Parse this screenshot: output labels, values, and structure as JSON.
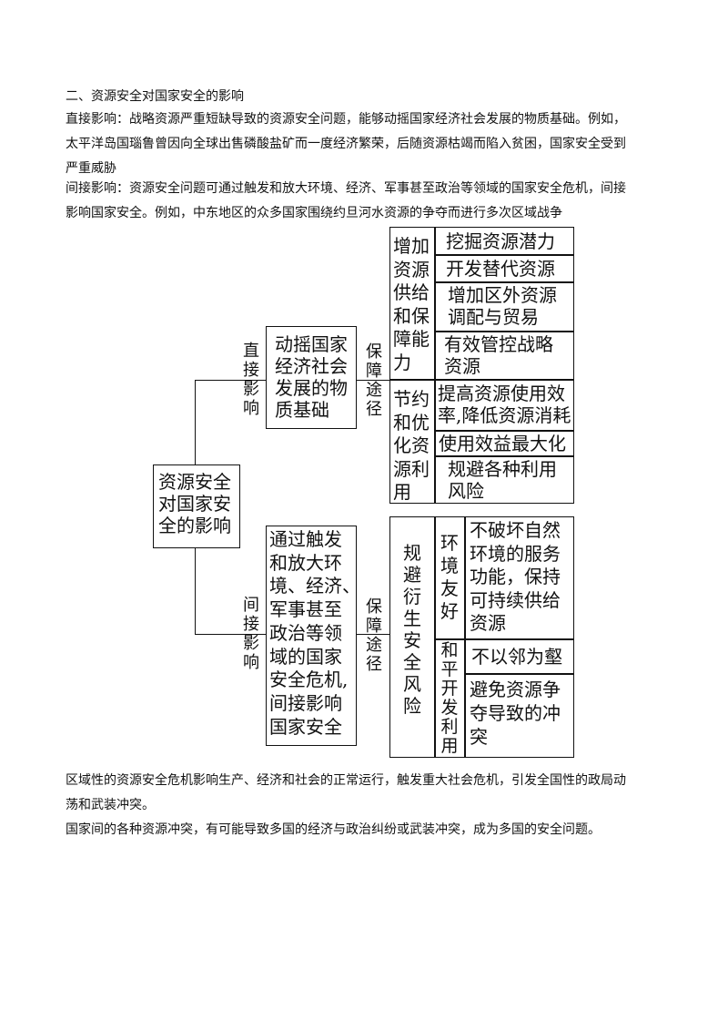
{
  "section_title": "二、资源安全对国家安全的影响",
  "direct_paragraph": [
    "直接影响：战略资源严重短缺导致的资源安全问题，能够动摇国家经济社会发展的物质基础。例如，",
    "太平洋岛国瑙鲁曾因向全球出售磷酸盐矿而一度经济繁荣，后随资源枯竭而陷入贫困，国家安全受到",
    "严重威胁"
  ],
  "indirect_paragraph": [
    "间接影响：资源安全问题可通过触发和放大环境、经济、军事甚至政治等领域的国家安全危机，间接",
    "影响国家安全。例如，中东地区的众多国家围绕约旦河水资源的争夺而进行多次区域战争"
  ],
  "diagram": {
    "root": [
      "资源安全",
      "对国家安",
      "全的影响"
    ],
    "direct_label": [
      "直",
      "接",
      "影",
      "响"
    ],
    "direct_effect": [
      "动摇国家",
      "经济社会",
      "发展的物",
      "质基础"
    ],
    "guarantee_label": [
      "保",
      "障",
      "途",
      "径"
    ],
    "increase_supply": [
      "增加",
      "资源",
      "供给",
      "和保",
      "障能",
      "力"
    ],
    "increase_items": [
      "挖掘资源潜力",
      "开发替代资源",
      "增加区外资源",
      "调配与贸易",
      "有效管控战略",
      "资源"
    ],
    "save_optimize": [
      "节约",
      "和优",
      "化资",
      "源利",
      "用"
    ],
    "save_items": [
      "提高资源使用效",
      "率,降低资源消耗",
      "使用效益最大化",
      "规避各种利用",
      "风险"
    ],
    "indirect_label": [
      "间",
      "接",
      "影",
      "响"
    ],
    "indirect_effect": [
      "通过触发",
      "和放大环",
      "境、经济、",
      "军事甚至",
      "政治等领",
      "域的国家",
      "安全危机,",
      "间接影响",
      "国家安全"
    ],
    "guarantee_label2": [
      "保",
      "障",
      "途",
      "径"
    ],
    "avoid_risk": [
      "规",
      "避",
      "衍",
      "生",
      "安",
      "全",
      "风",
      "险"
    ],
    "env_friendly": [
      "环",
      "境",
      "友",
      "好"
    ],
    "env_items": [
      "不破坏自然",
      "环境的服务",
      "功能，保持",
      "可持续供给",
      "资源"
    ],
    "peace_use": [
      "和",
      "平",
      "开",
      "发",
      "利",
      "用"
    ],
    "peace_items": [
      "不以邻为壑",
      "避免资源争",
      "夺导致的冲",
      "突"
    ]
  },
  "bottom_paragraph": [
    "区域性的资源安全危机影响生产、经济和社会的正常运行，触发重大社会危机，引发全国性的政局动",
    "荡和武装冲突。",
    "国家间的各种资源冲突，有可能导致多国的经济与政治纠纷或武装冲突，成为多国的安全问题。"
  ]
}
